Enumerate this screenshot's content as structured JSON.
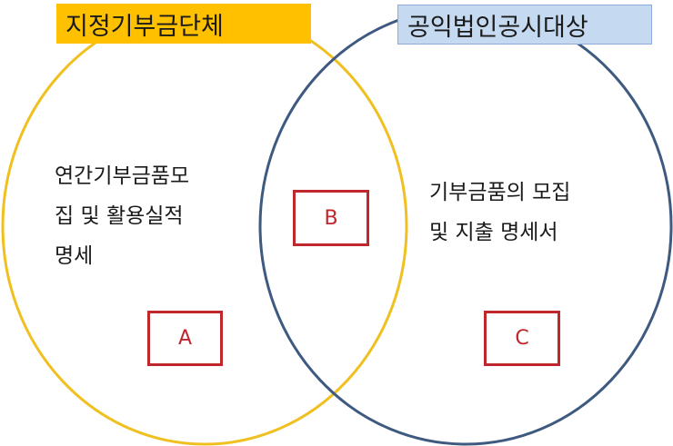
{
  "diagram": {
    "type": "venn",
    "sets": [
      {
        "id": "left",
        "title": "지정기부금단체",
        "color": "#f0c020",
        "title_bg": "#ffc000",
        "description_lines": [
          "연간기부금품모",
          "집 및 활용실적",
          "명세"
        ],
        "region_label": "A"
      },
      {
        "id": "right",
        "title": "공익법인공시대상",
        "color": "#3e5a80",
        "title_bg": "#c5d9f1",
        "description_lines": [
          "기부금품의 모집",
          "및 지출 명세서"
        ],
        "region_label": "C"
      }
    ],
    "intersection": {
      "region_label": "B"
    },
    "box_color": "#c0272d"
  }
}
